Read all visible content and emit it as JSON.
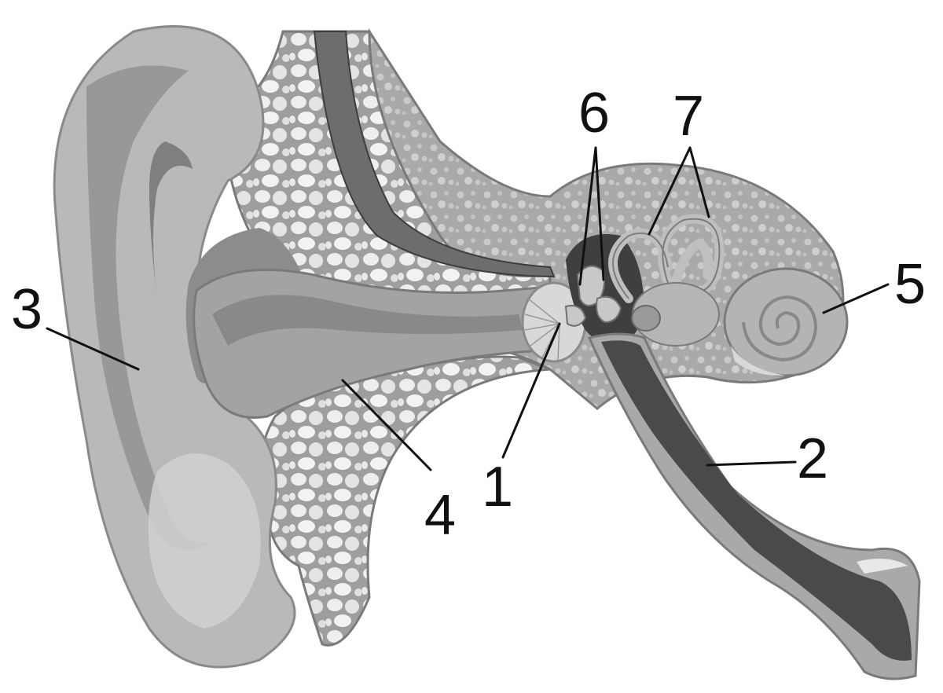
{
  "labels": [
    {
      "id": "1",
      "text": "1"
    },
    {
      "id": "2",
      "text": "2"
    },
    {
      "id": "3",
      "text": "3"
    },
    {
      "id": "4",
      "text": "4"
    },
    {
      "id": "5",
      "text": "5"
    },
    {
      "id": "6",
      "text": "6"
    },
    {
      "id": "7",
      "text": "7"
    }
  ],
  "colors": {
    "background": "#ffffff",
    "pinna": "#b9b9b9",
    "pinna_light": "#cfcfcf",
    "pinna_dark": "#8e8e8e",
    "bone": "#a8a8a8",
    "bone_light": "#e8e8e8",
    "canal": "#9c9c9c",
    "tube_dark": "#4a4a4a",
    "ink": "#111111"
  }
}
